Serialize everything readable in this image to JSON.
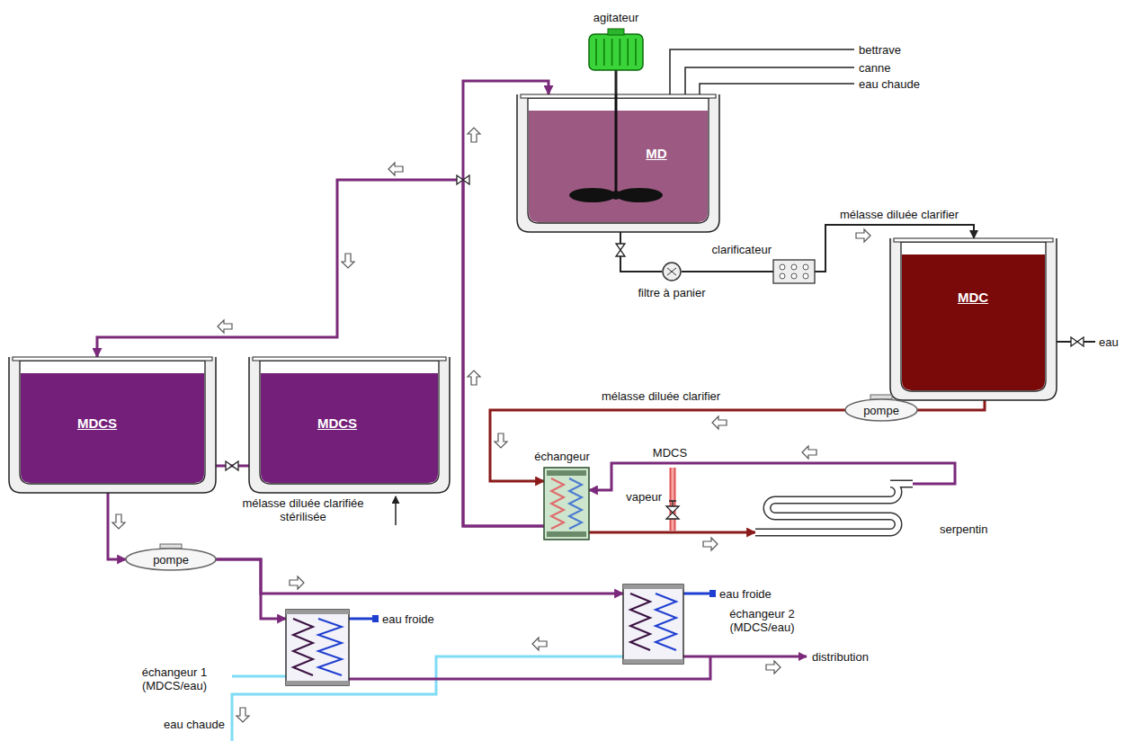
{
  "diagram": {
    "nodes": [
      {
        "text": [
          "agitateur"
        ]
      },
      {
        "text": [
          "MD"
        ]
      },
      {
        "text": [
          "filtre à panier"
        ]
      },
      {
        "text": [
          "clarificateur"
        ]
      },
      {
        "text": [
          "MDC"
        ]
      },
      {
        "text": [
          "pompe"
        ]
      },
      {
        "text": [
          "échangeur"
        ]
      },
      {
        "text": [
          "serpentin"
        ]
      },
      {
        "text": [
          "MDCS"
        ]
      },
      {
        "text": [
          "MDCS"
        ]
      },
      {
        "text": [
          "pompe"
        ]
      },
      {
        "text": [
          "échangeur 1 (MDCS/eau)"
        ]
      },
      {
        "text": [
          "échangeur 2 (MDCS/eau)"
        ]
      }
    ],
    "edges": [
      {
        "from": 0,
        "to": 1,
        "arrow": "none"
      },
      {
        "from": 1,
        "to": 2,
        "arrow": "none"
      },
      {
        "from": 2,
        "to": 3,
        "arrow": "none"
      },
      {
        "from": 3,
        "to": 4,
        "arrow": "to",
        "label": "mélasse diluée clarifier"
      },
      {
        "from": 4,
        "to": 5,
        "arrow": "none"
      },
      {
        "from": 5,
        "to": 6,
        "arrow": "to",
        "label": "mélasse diluée clarifier"
      },
      {
        "from": 6,
        "to": 7,
        "arrow": "to"
      },
      {
        "from": 7,
        "to": 6,
        "arrow": "to",
        "label": "MDCS"
      },
      {
        "from": 6,
        "to": 1,
        "arrow": "to"
      },
      {
        "from": 6,
        "to": 8,
        "arrow": "to"
      },
      {
        "from": 8,
        "to": 9,
        "arrow": "none"
      },
      {
        "from": 8,
        "to": 10,
        "arrow": "to"
      },
      {
        "from": 10,
        "to": 11,
        "arrow": "to"
      },
      {
        "from": 10,
        "to": 12,
        "arrow": "to"
      }
    ],
    "labels": [
      "bettrave",
      "canne",
      "eau chaude",
      "eau",
      "vapeur",
      "mélasse diluée clarifiée stérilisée",
      "eau froide",
      "eau froide",
      "distribution",
      "eau chaude"
    ]
  }
}
